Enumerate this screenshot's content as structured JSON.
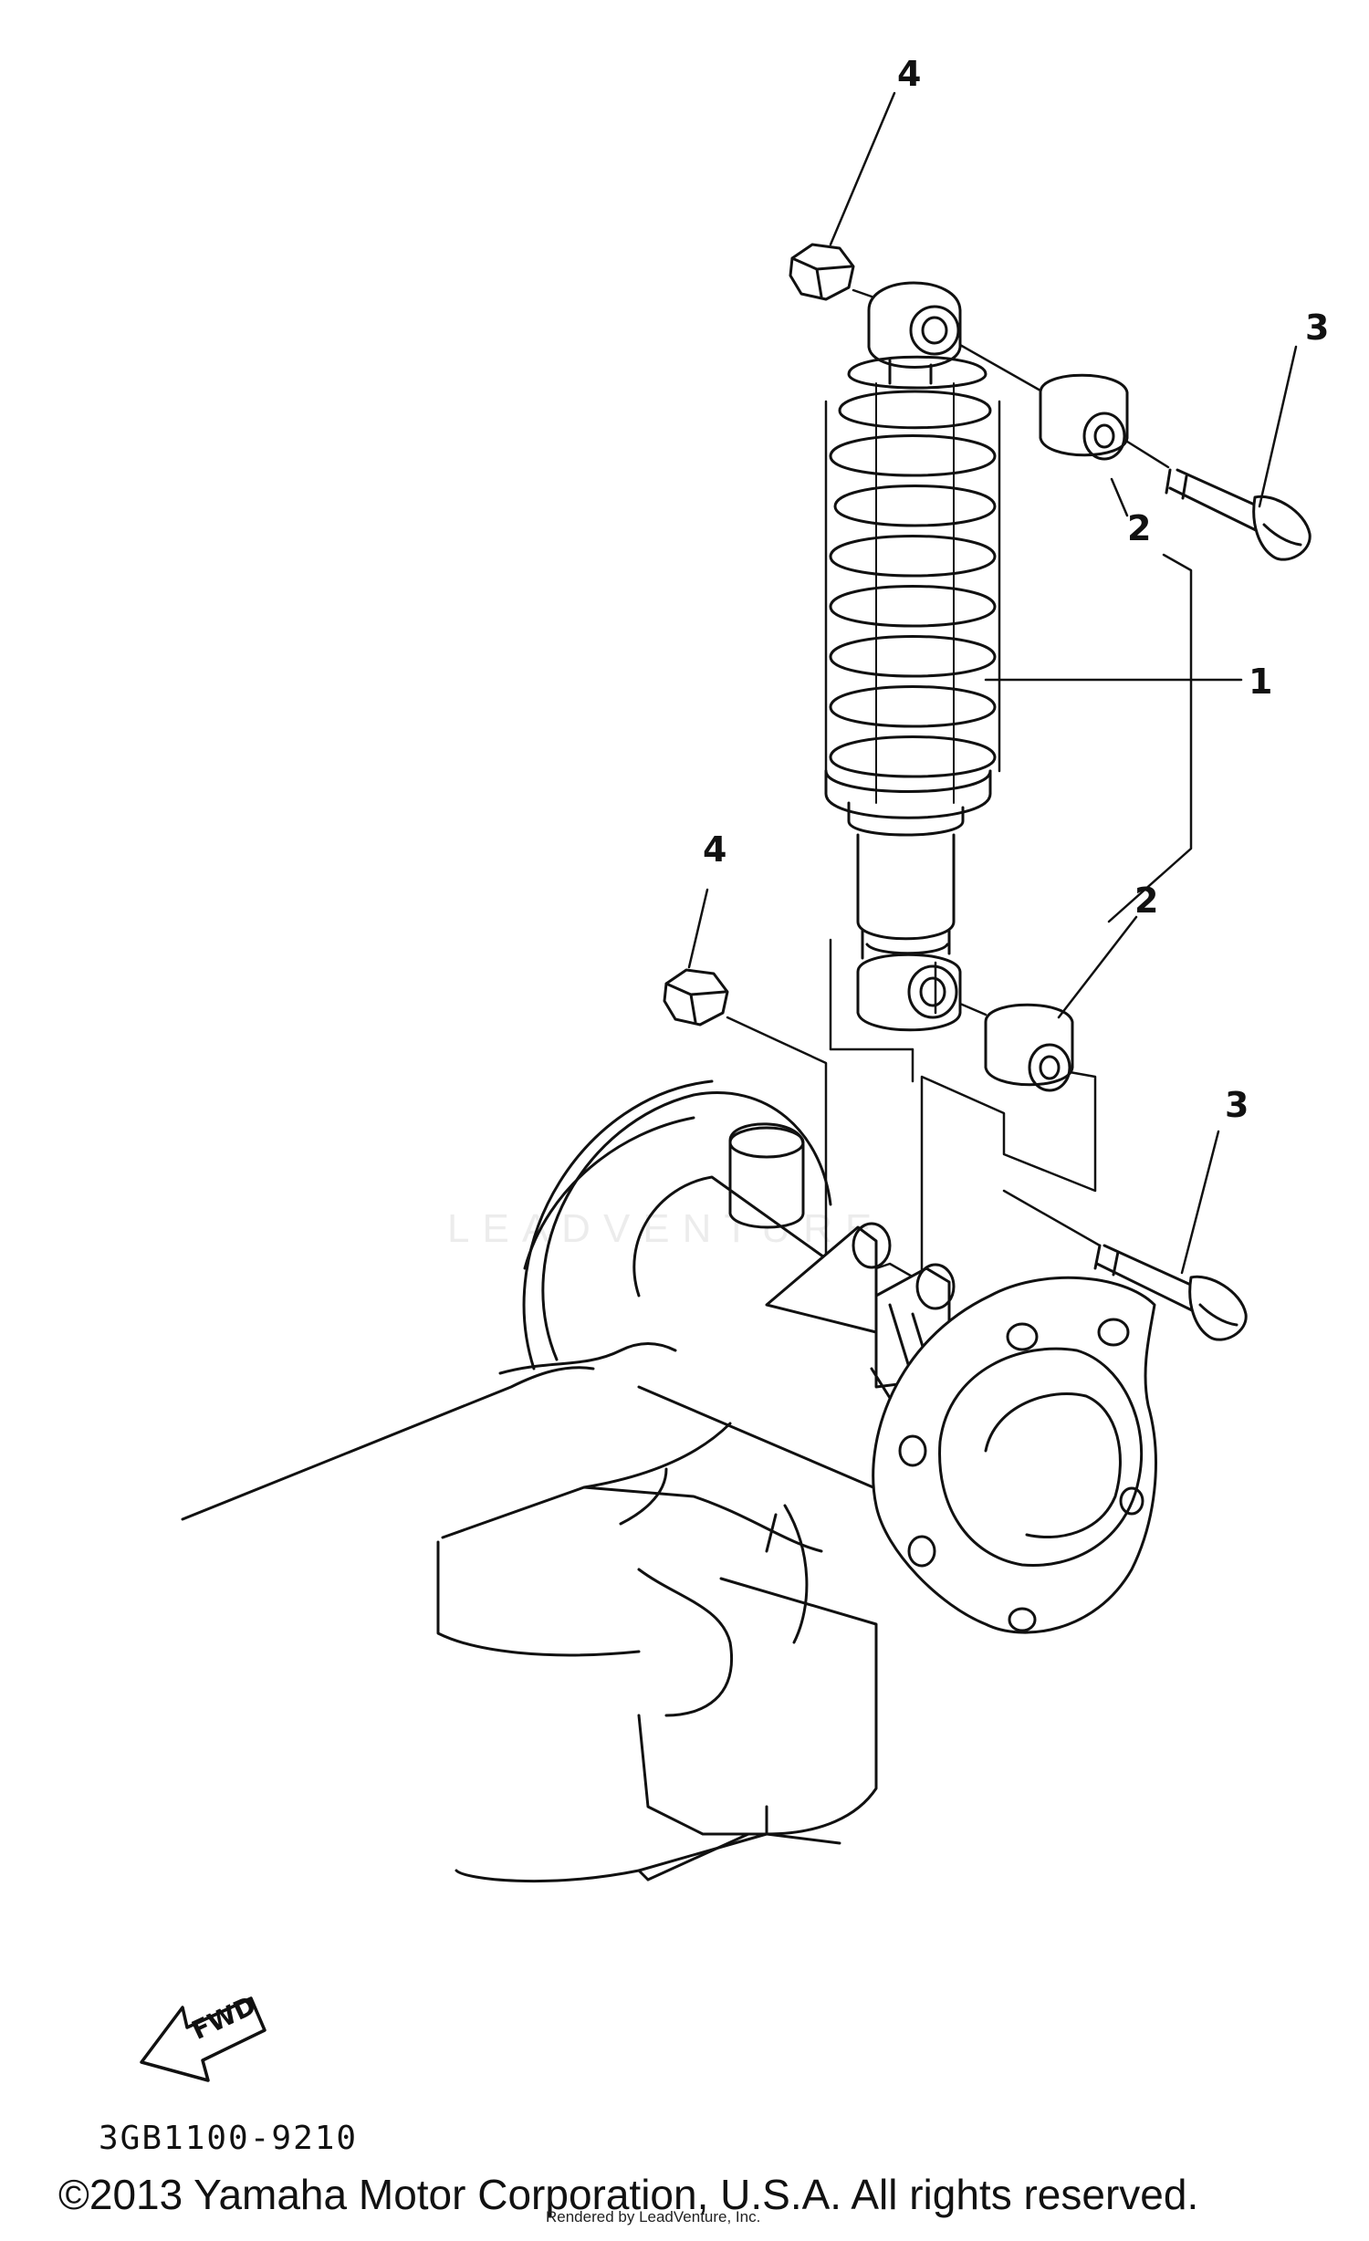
{
  "diagram": {
    "callouts": [
      {
        "id": "part-1",
        "text": "1"
      },
      {
        "id": "part-2-upper",
        "text": "2"
      },
      {
        "id": "part-2-lower",
        "text": "2"
      },
      {
        "id": "part-3-upper",
        "text": "3"
      },
      {
        "id": "part-3-lower",
        "text": "3"
      },
      {
        "id": "part-4-upper",
        "text": "4"
      },
      {
        "id": "part-4-lower",
        "text": "4"
      }
    ],
    "fwd_label": "FWD",
    "part_code": "3GB1100-9210",
    "watermark": "LEADVENTURE"
  },
  "footer": {
    "copyright": "©2013 Yamaha Motor Corporation, U.S.A. All rights reserved.",
    "rendered_by": "Rendered by LeadVenture, Inc."
  }
}
